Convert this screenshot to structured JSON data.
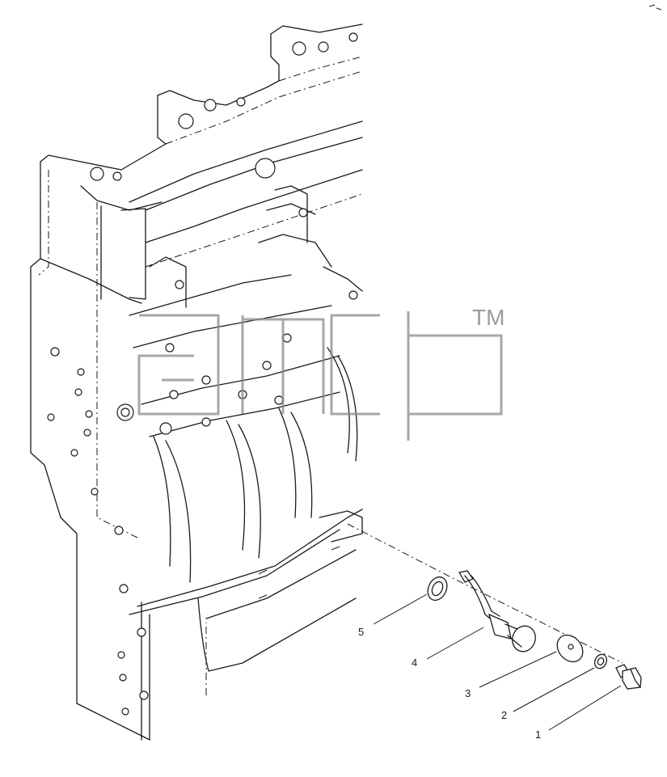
{
  "diagram": {
    "callouts": [
      {
        "id": "callout-1",
        "label": "1"
      },
      {
        "id": "callout-2",
        "label": "2"
      },
      {
        "id": "callout-3",
        "label": "3"
      },
      {
        "id": "callout-4",
        "label": "4"
      },
      {
        "id": "callout-5",
        "label": "5"
      }
    ],
    "watermark": {
      "brand": "amd",
      "trademark": "TM"
    }
  }
}
